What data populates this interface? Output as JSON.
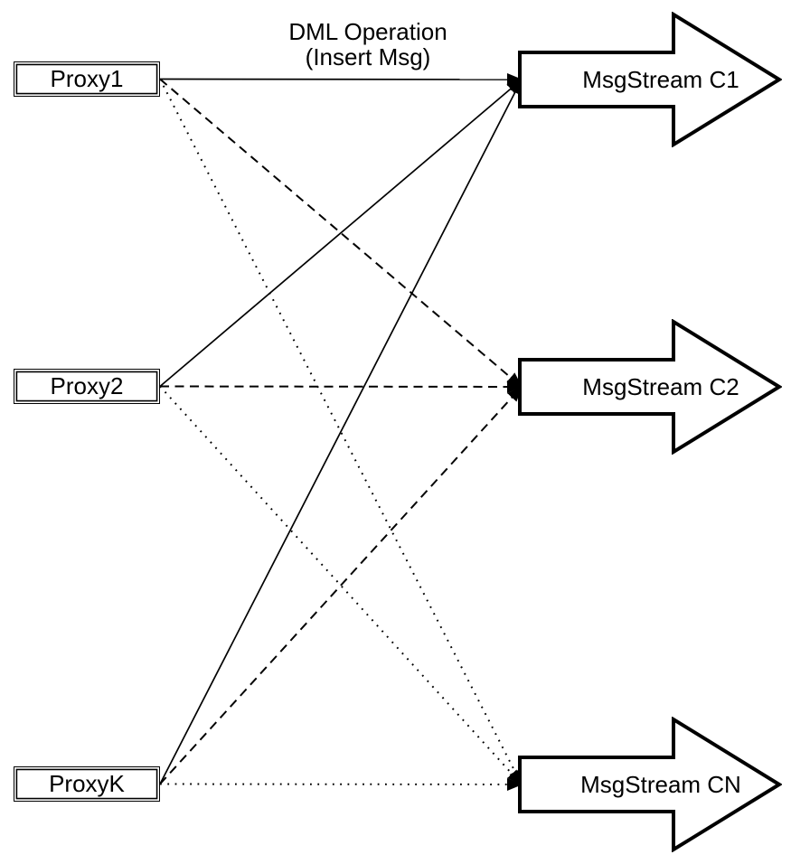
{
  "diagram": {
    "background": "#ffffff",
    "stroke_color": "#000000",
    "annotation": {
      "line1": "DML Operation",
      "line2": "(Insert Msg)"
    },
    "proxies": [
      {
        "id": "proxy-1",
        "label": "Proxy1"
      },
      {
        "id": "proxy-2",
        "label": "Proxy2"
      },
      {
        "id": "proxy-k",
        "label": "ProxyK"
      }
    ],
    "streams": [
      {
        "id": "stream-c1",
        "label": "MsgStream C1"
      },
      {
        "id": "stream-c2",
        "label": "MsgStream C2"
      },
      {
        "id": "stream-cn",
        "label": "MsgStream CN"
      }
    ],
    "edges": [
      {
        "from": "proxy-1",
        "to": "stream-c1",
        "style": "solid"
      },
      {
        "from": "proxy-2",
        "to": "stream-c1",
        "style": "solid"
      },
      {
        "from": "proxy-k",
        "to": "stream-c1",
        "style": "solid"
      },
      {
        "from": "proxy-1",
        "to": "stream-c2",
        "style": "dashed"
      },
      {
        "from": "proxy-2",
        "to": "stream-c2",
        "style": "dashed"
      },
      {
        "from": "proxy-k",
        "to": "stream-c2",
        "style": "dashed"
      },
      {
        "from": "proxy-1",
        "to": "stream-cn",
        "style": "dotted"
      },
      {
        "from": "proxy-2",
        "to": "stream-cn",
        "style": "dotted"
      },
      {
        "from": "proxy-k",
        "to": "stream-cn",
        "style": "dotted"
      }
    ]
  }
}
